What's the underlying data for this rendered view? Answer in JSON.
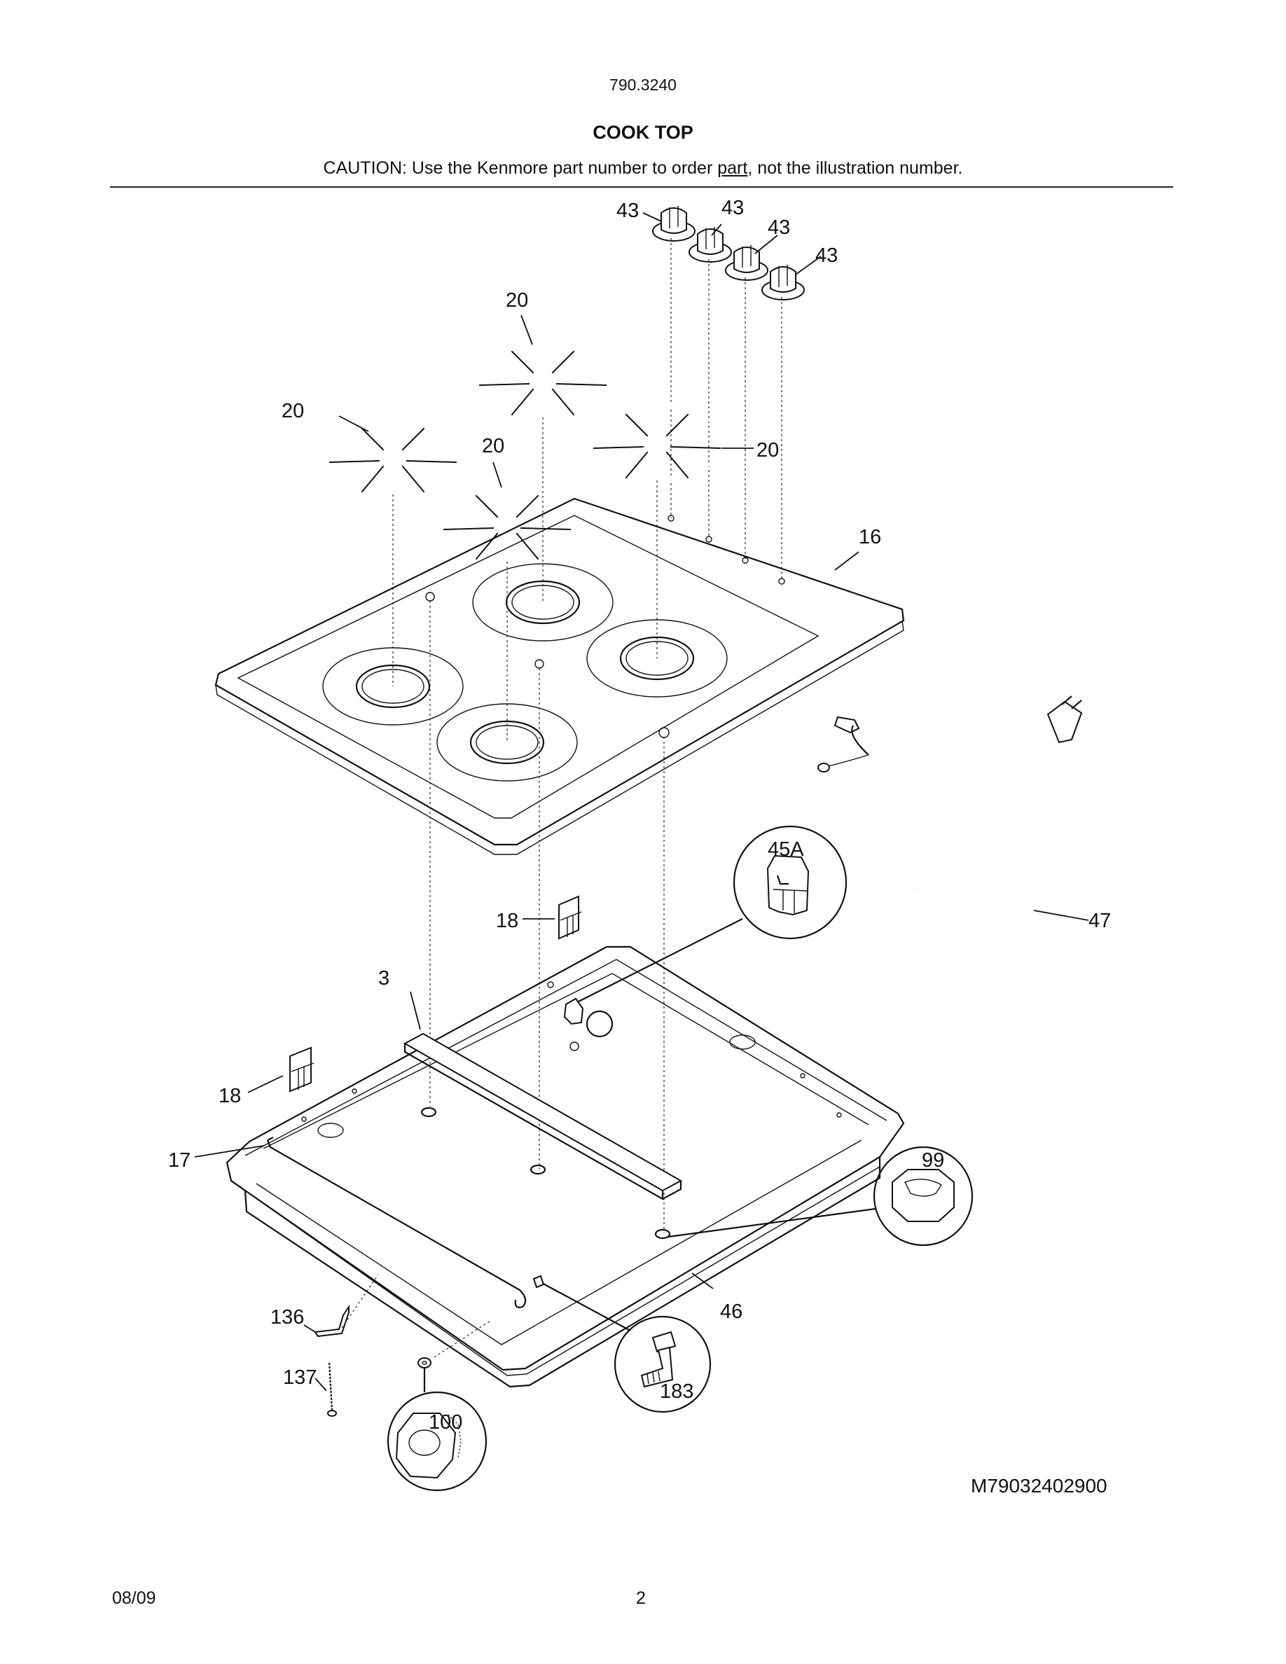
{
  "header": {
    "model_number": "790.3240",
    "section_title": "COOK TOP",
    "caution_prefix": "CAUTION: Use the Kenmore part number to order ",
    "caution_link": "part",
    "caution_suffix": ", not the illustration number."
  },
  "callouts": {
    "knob_1": "43",
    "knob_2": "43",
    "knob_3": "43",
    "knob_4": "43",
    "grate_back": "20",
    "grate_left": "20",
    "grate_front": "20",
    "grate_right": "20",
    "cooktop": "16",
    "igniter_switch": "45A",
    "power_cord": "47",
    "hinge_upper": "18",
    "hinge_lower": "18",
    "support_bar": "3",
    "rod": "17",
    "grommet_99": "99",
    "pan": "46",
    "bracket": "136",
    "screw": "137",
    "nut": "100",
    "stud": "183"
  },
  "footer": {
    "figure_code": "M79032402900",
    "date": "08/09",
    "page": "2"
  }
}
